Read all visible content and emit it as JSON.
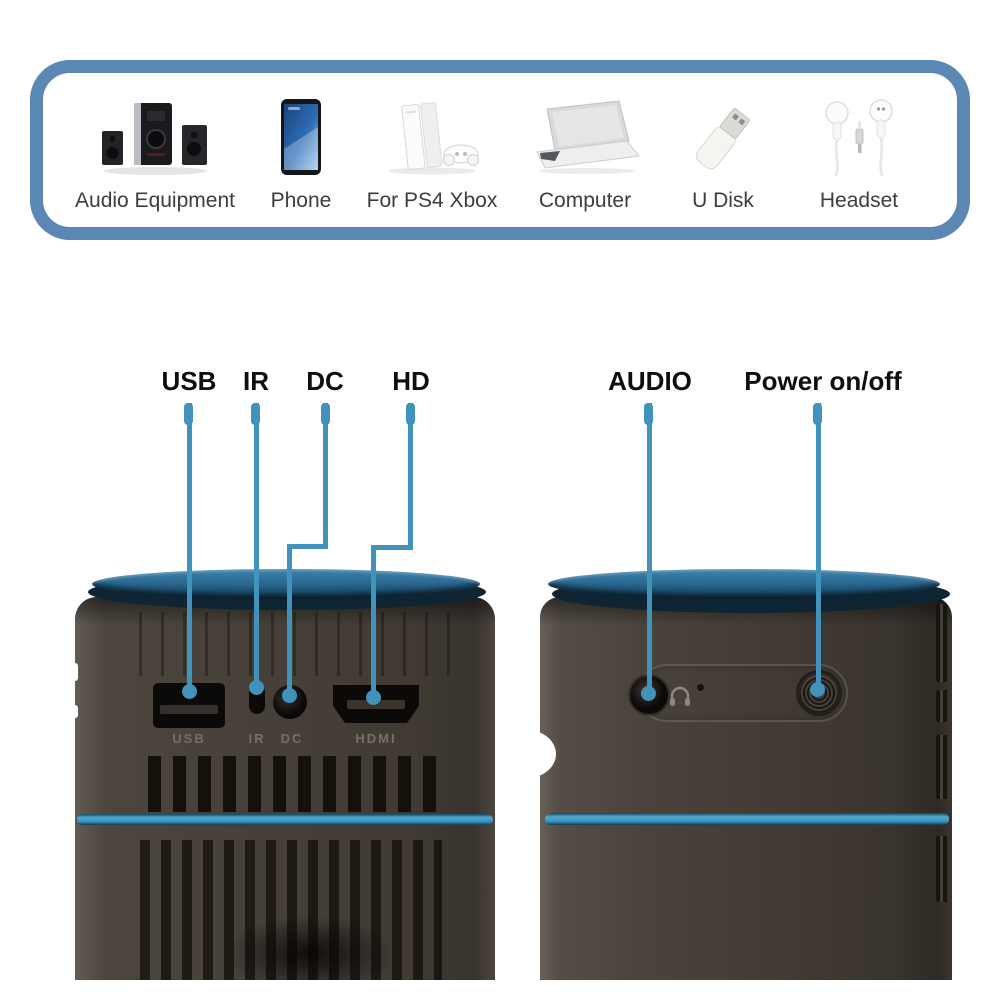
{
  "banner": {
    "border_color": "#5b87b4",
    "items": [
      {
        "label": "Audio Equipment",
        "icon": "audio-equipment-icon"
      },
      {
        "label": "Phone",
        "icon": "phone-icon"
      },
      {
        "label": "For PS4 Xbox",
        "icon": "game-console-icon"
      },
      {
        "label": "Computer",
        "icon": "laptop-icon"
      },
      {
        "label": "U Disk",
        "icon": "usb-flash-drive-icon"
      },
      {
        "label": "Headset",
        "icon": "earbuds-icon"
      }
    ]
  },
  "callouts": {
    "usb": "USB",
    "ir": "IR",
    "dc": "DC",
    "hd": "HD",
    "audio": "AUDIO",
    "power": "Power on/off"
  },
  "left_device": {
    "port_markings": {
      "usb": "USB",
      "ir": "IR",
      "dc": "DC",
      "hdmi": "HDMI"
    }
  },
  "colors": {
    "leader_line": "#4293bb",
    "banner_border": "#5b87b4",
    "accent_stripe": "#3f96c1",
    "disc_blue": "#2b6b93",
    "body_gray": "#45403a"
  }
}
